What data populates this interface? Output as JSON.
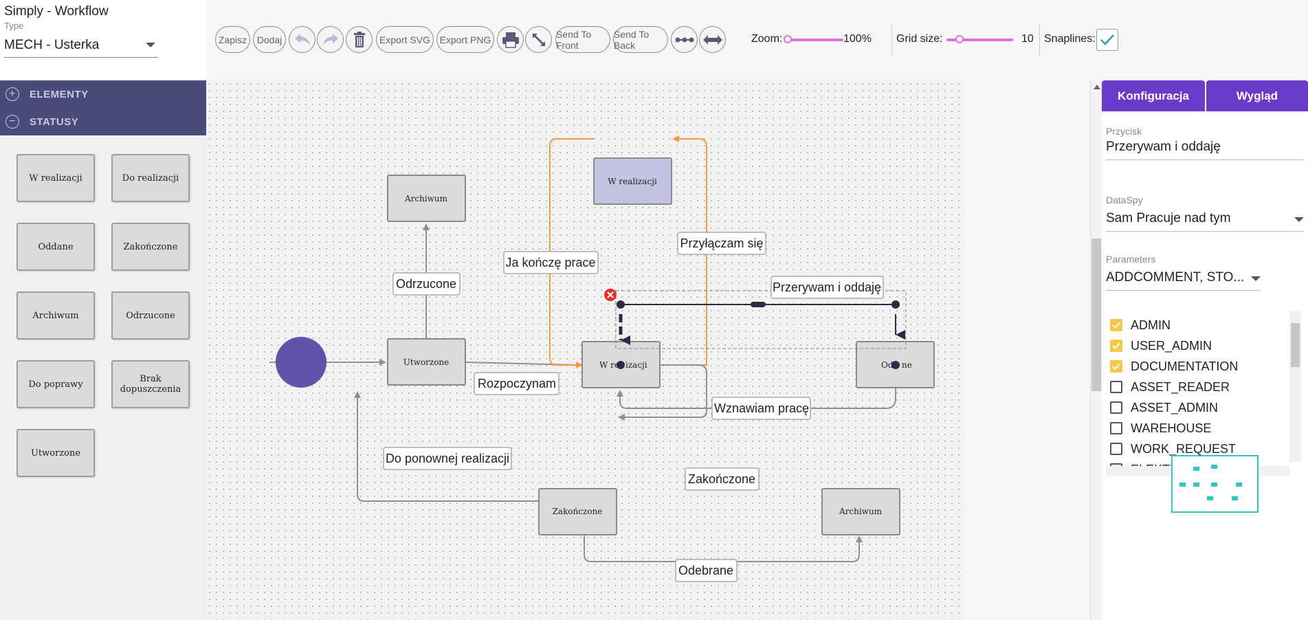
{
  "header": {
    "title": "Simply - Workflow",
    "type_label": "Type",
    "type_value": "MECH - Usterka"
  },
  "toolbar": {
    "save": "Zapisz",
    "add": "Dodaj",
    "export_svg": "Export SVG",
    "export_png": "Export PNG",
    "send_front": "Send To Front",
    "send_back": "Send To Back",
    "zoom_label": "Zoom:",
    "zoom_value": "100%",
    "grid_label": "Grid size:",
    "grid_value": "10",
    "snaplines_label": "Snaplines:",
    "snaplines_checked": true,
    "zoom_fraction": 0.05,
    "grid_fraction": 0.2,
    "accent": "#e070e0"
  },
  "palette": {
    "sections": [
      {
        "label": "ELEMENTY",
        "icon": "plus-circle-icon"
      },
      {
        "label": "STATUSY",
        "icon": "minus-circle-icon"
      }
    ],
    "items": [
      "W realizacji",
      "Do realizacji",
      "Oddane",
      "Zakończone",
      "Archiwum",
      "Odrzucone",
      "Do poprawy",
      "Brak dopuszczenia",
      "Utworzone"
    ]
  },
  "diagram": {
    "nodes": {
      "archiwum_top": "Archiwum",
      "w_realizacji_top": "W realizacji",
      "utworzone": "Utworzone",
      "w_realizacji_mid_a": "W re",
      "w_realizacji_mid_b": "izacji",
      "oddane_a": "Od",
      "oddane_b": "ne",
      "zakonczone": "Zakończone",
      "archiwum_bottom": "Archiwum"
    },
    "labels": {
      "odrzucone": "Odrzucone",
      "ja_koncze": "Ja kończę prace",
      "przylaczam": "Przyłączam się",
      "przerywam": "Przerywam i oddaję",
      "rozpoczynam": "Rozpoczynam",
      "wznawiam": "Wznawiam pracę",
      "do_ponownej": "Do ponownej realizacji",
      "zakonczone": "Zakończone",
      "odebrane": "Odebrane"
    },
    "colors": {
      "start": "#6153a8",
      "highlight_node": "#c5c3e2",
      "node": "#dcdada",
      "highlight_link": "#f59a45",
      "link": "#909090"
    }
  },
  "panel": {
    "tabs": [
      "Konfiguracja",
      "Wygląd"
    ],
    "button_label": "Przycisk",
    "button_value": "Przerywam i oddaję",
    "dataspy_label": "DataSpy",
    "dataspy_value": "Sam Pracuje nad tym",
    "parameters_label": "Parameters",
    "parameters_value": "ADDCOMMENT, STO...",
    "roles": [
      {
        "name": "ADMIN",
        "checked": true
      },
      {
        "name": "USER_ADMIN",
        "checked": true
      },
      {
        "name": "DOCUMENTATION",
        "checked": true
      },
      {
        "name": "ASSET_READER",
        "checked": false
      },
      {
        "name": "ASSET_ADMIN",
        "checked": false
      },
      {
        "name": "WAREHOUSE",
        "checked": false
      },
      {
        "name": "WORK_REQUEST",
        "checked": false
      },
      {
        "name": "ELEKTRYCZNA",
        "checked": false
      }
    ],
    "tab_color": "#6a3bc8",
    "check_color": "#f5c84b",
    "minimap_color": "#2fc7bf"
  }
}
